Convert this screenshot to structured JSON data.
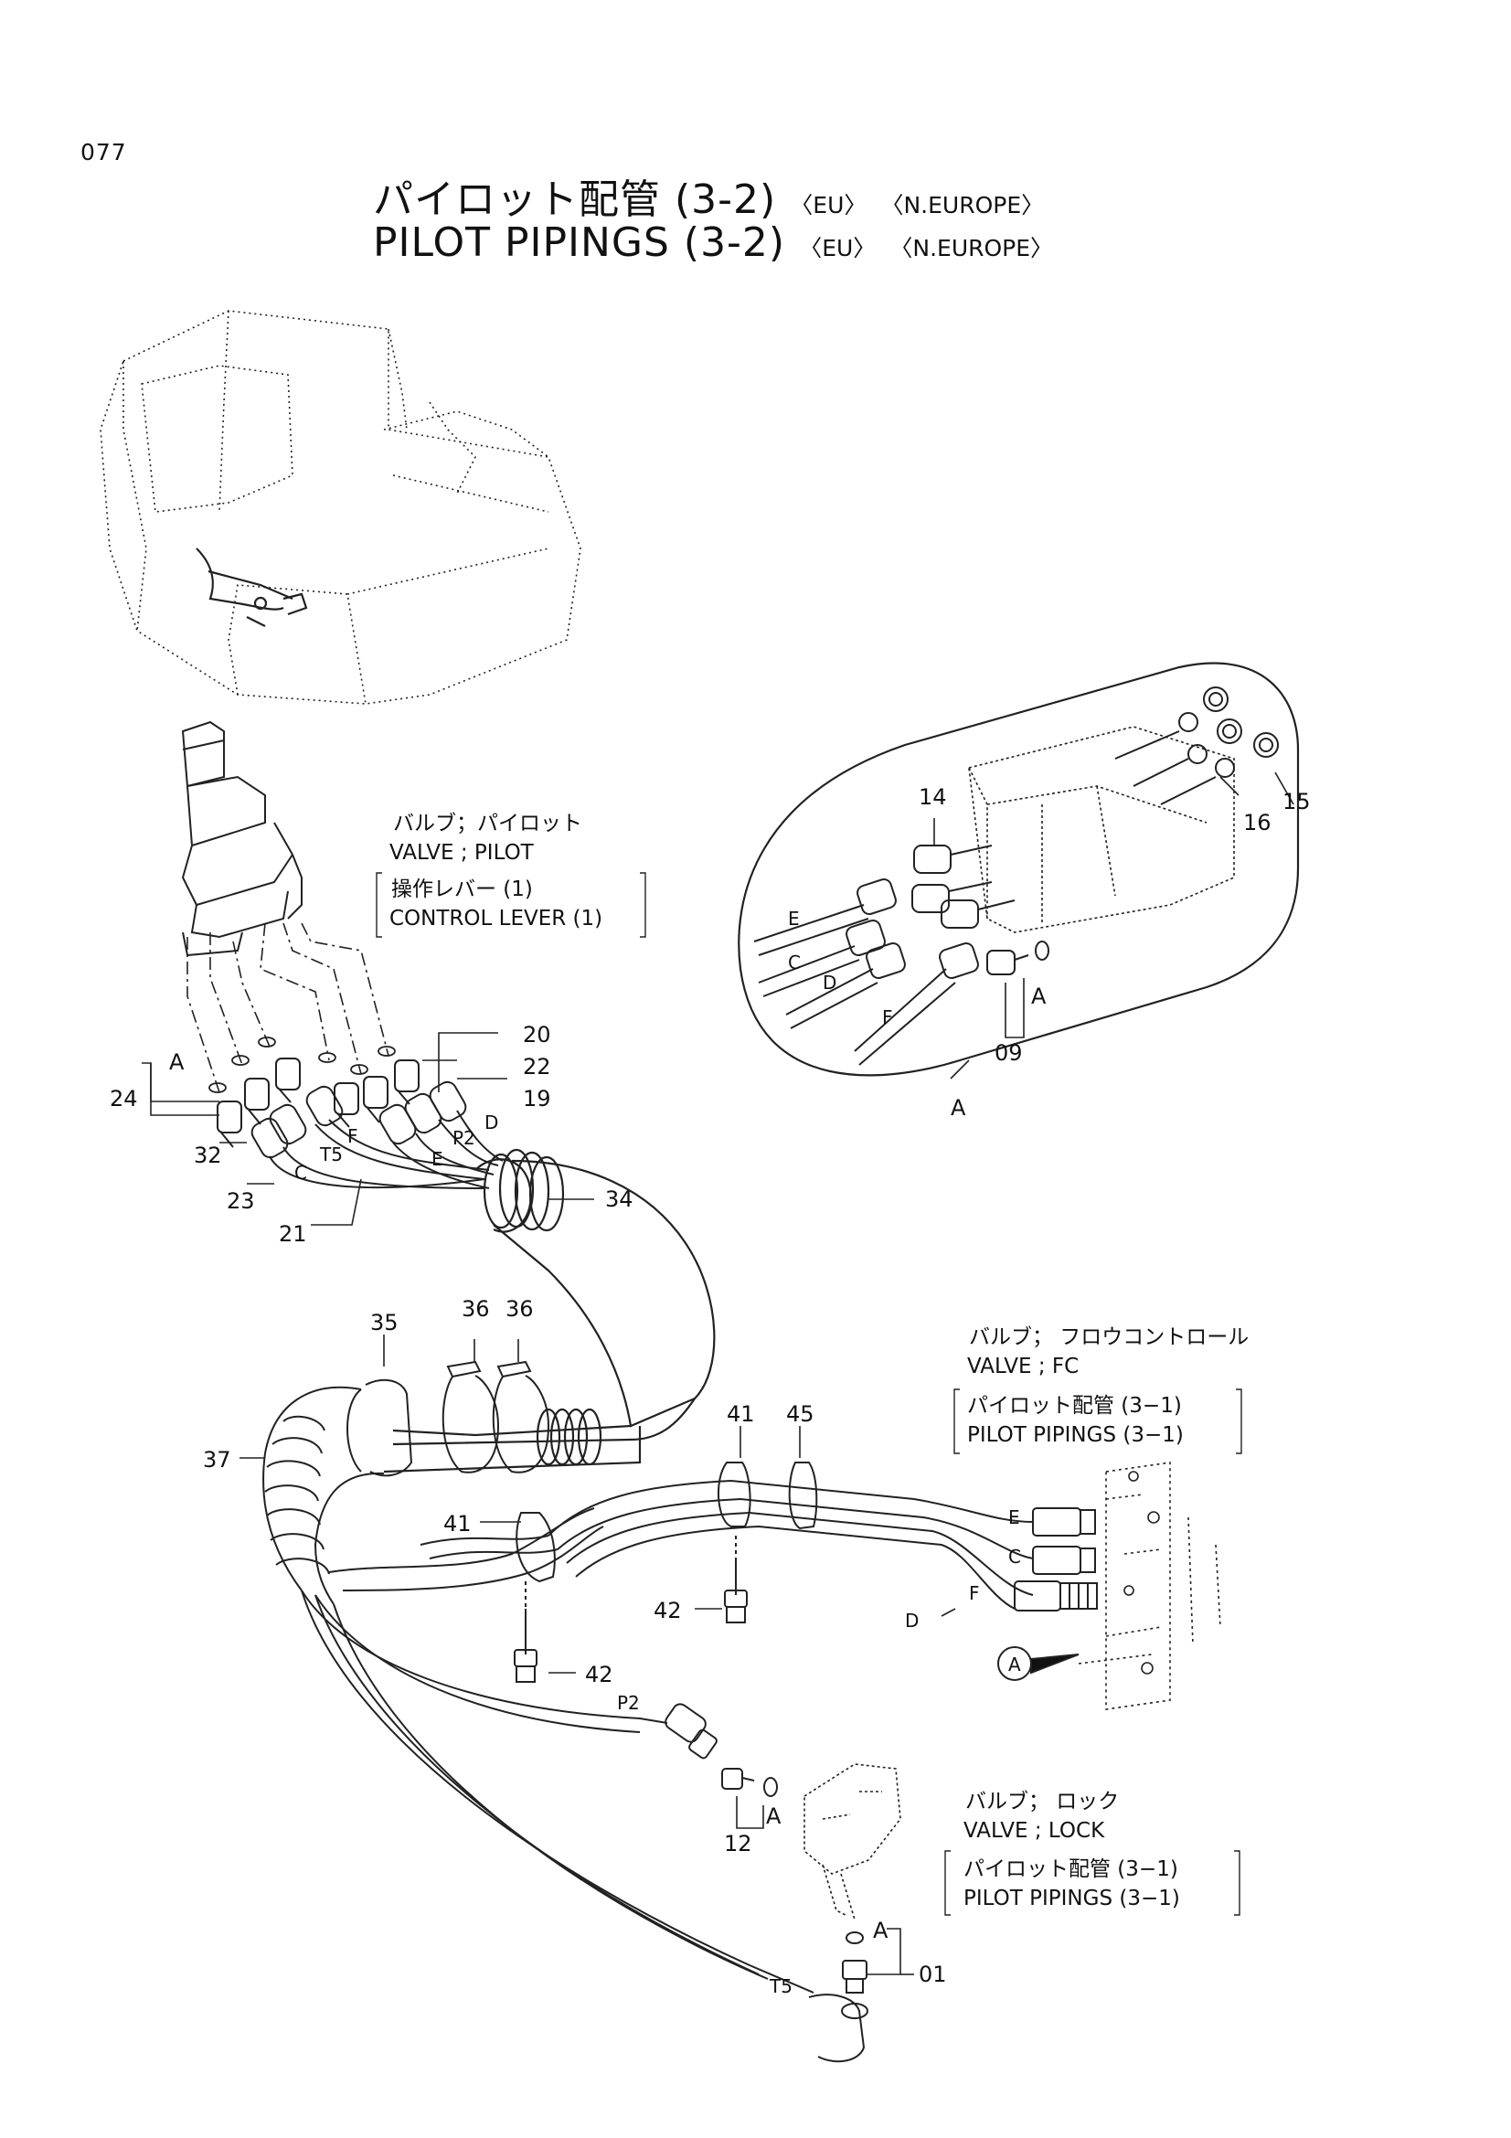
{
  "page_number": "077",
  "title": {
    "ja": "パイロット配管 (3-2)",
    "en": "PILOT PIPINGS (3-2)",
    "tags": [
      "〈EU〉",
      "〈N.EUROPE〉"
    ]
  },
  "notes": {
    "pilot_valve": {
      "ja": "バルブ；パイロット",
      "en": "VALVE ; PILOT"
    },
    "control_lever": {
      "ja": "操作レバー (1)",
      "en": "CONTROL LEVER (1)"
    },
    "fc_valve": {
      "ja": "バルブ； フロウコントロール",
      "en": "VALVE ; FC"
    },
    "pilot_pipings_ref_1": {
      "ja": "パイロット配管 (3−1)",
      "en": "PILOT PIPINGS (3−1)"
    },
    "lock_valve": {
      "ja": "バルブ； ロック",
      "en": "VALVE ; LOCK"
    },
    "pilot_pipings_ref_2": {
      "ja": "パイロット配管 (3−1)",
      "en": "PILOT PIPINGS (3−1)"
    }
  },
  "part_callouts": {
    "p14": "14",
    "p15": "15",
    "p16": "16",
    "p09": "09",
    "p20": "20",
    "p22": "22",
    "p19": "19",
    "p24": "24",
    "p32": "32",
    "p23": "23",
    "p21": "21",
    "p34": "34",
    "p35": "35",
    "p36a": "36",
    "p36b": "36",
    "p37": "37",
    "p41a": "41",
    "p45": "45",
    "p41b": "41",
    "p42a": "42",
    "p42b": "42",
    "p12": "12",
    "p01": "01"
  },
  "port_letters": {
    "detail_e": "E",
    "detail_c": "C",
    "detail_d": "D",
    "detail_f": "F",
    "detail_a": "A",
    "detail_frame": "A",
    "lever_a": "A",
    "lever_f": "F",
    "lever_p2": "P2",
    "lever_d": "D",
    "lever_t5": "T5",
    "lever_c": "C",
    "lever_e": "E",
    "fc_e": "E",
    "fc_c": "C",
    "fc_f": "F",
    "fc_d": "D",
    "view_a": "A",
    "hose_p2": "P2",
    "lock_a1": "A",
    "lock_a2": "A",
    "hose_t5": "T5"
  }
}
